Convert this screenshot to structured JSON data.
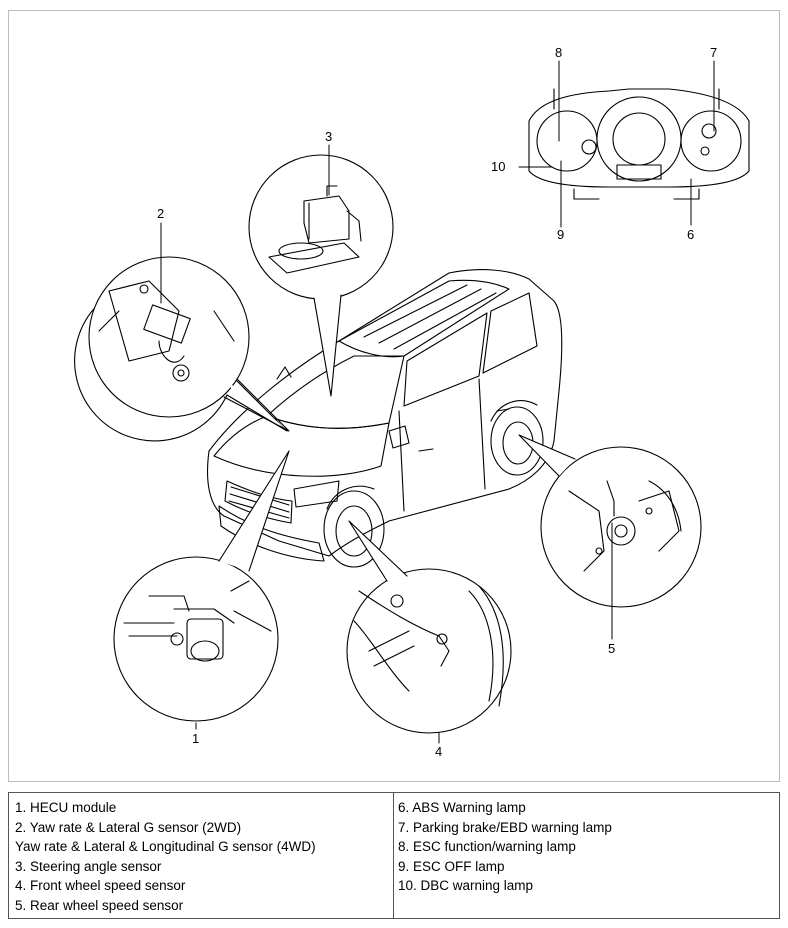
{
  "callouts": [
    "1",
    "2",
    "3",
    "4",
    "5",
    "6",
    "7",
    "8",
    "9",
    "10"
  ],
  "legend": {
    "left": [
      "1. HECU module",
      "2. Yaw rate & Lateral G sensor (2WD)",
      "Yaw rate & Lateral & Longitudinal G sensor (4WD)",
      "3. Steering angle sensor",
      "4. Front wheel speed sensor",
      "5. Rear wheel speed sensor"
    ],
    "right": [
      "6. ABS Warning lamp",
      "7. Parking brake/EBD warning lamp",
      "8. ESC function/warning lamp",
      "9. ESC OFF lamp",
      "10. DBC warning lamp"
    ]
  }
}
